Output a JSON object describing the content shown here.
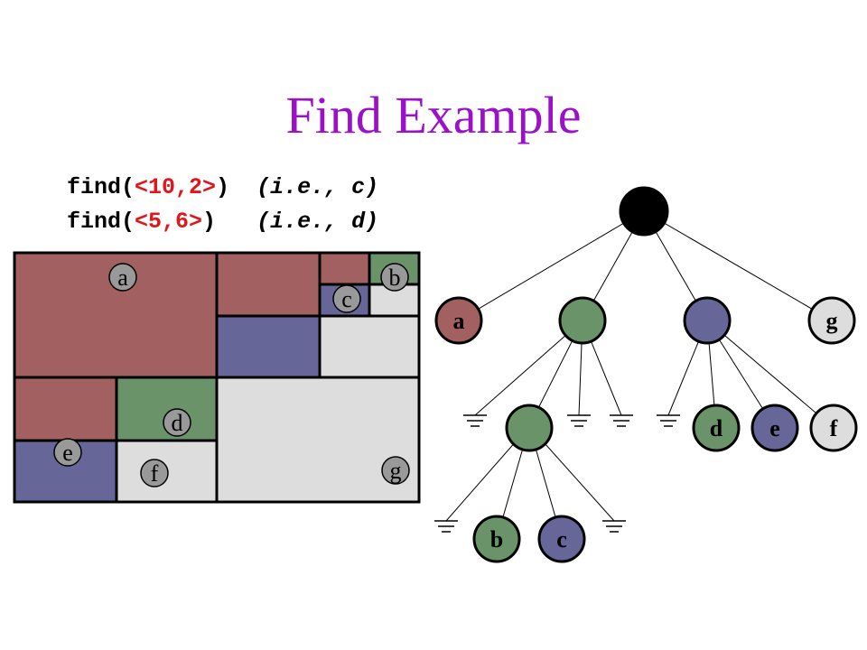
{
  "title": "Find Example",
  "code": {
    "line1": {
      "prefix": "find(",
      "arg": "<10,2>",
      "suffix": ")",
      "comment": "(i.e., c)"
    },
    "line2": {
      "prefix": "find(",
      "arg": "<5,6>",
      "suffix": ")",
      "comment": "(i.e., d)"
    }
  },
  "colors": {
    "title": "#9b10c9",
    "argument": "#e0161d",
    "red_region": "#a36060",
    "blue_region": "#666699",
    "green_region": "#6a936a",
    "empty_region": "#dddddd",
    "label_circle": "#999999"
  },
  "space_labels": {
    "a": "a",
    "b": "b",
    "c": "c",
    "d": "d",
    "e": "e",
    "f": "f",
    "g": "g"
  },
  "tree": {
    "root_color": "#000000",
    "level1": [
      "a",
      "",
      "",
      "g"
    ],
    "level2_left": [
      ""
    ],
    "level2_right": [
      "d",
      "e",
      "f"
    ],
    "level3": [
      "b",
      "c"
    ]
  }
}
